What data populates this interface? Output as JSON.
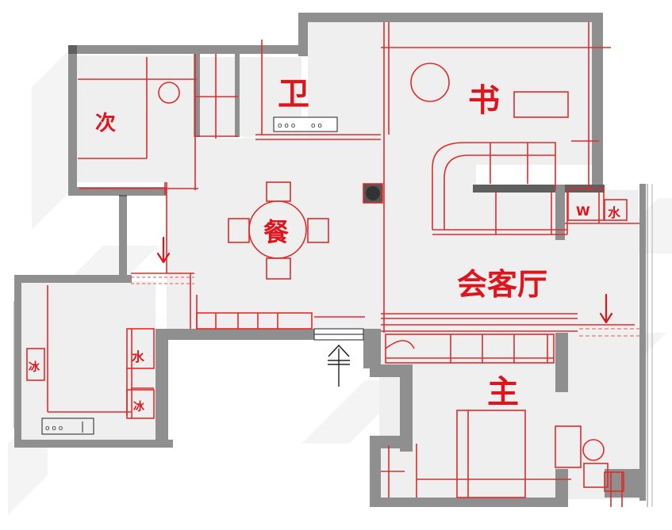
{
  "rooms": {
    "bedroom2": "次",
    "bathroom": "卫",
    "bedroom3": "书",
    "dining": "餐",
    "living": "会客厅",
    "master": "主"
  },
  "fixtures": {
    "kitchen_cabinet_1": "冰",
    "kitchen_cabinet_2": "水",
    "kitchen_cabinet_3": "冰",
    "closet_w": "W",
    "closet_k": "水"
  },
  "colors": {
    "annotation": "#e0141c",
    "wall": "#8f8f8f",
    "wall_dark": "#5f5f5f",
    "floor": "#efefef"
  },
  "icons": [
    "entrance-arrow-icon",
    "down-arrow-icon",
    "column-icon",
    "toilet-icon",
    "sink-icon"
  ]
}
